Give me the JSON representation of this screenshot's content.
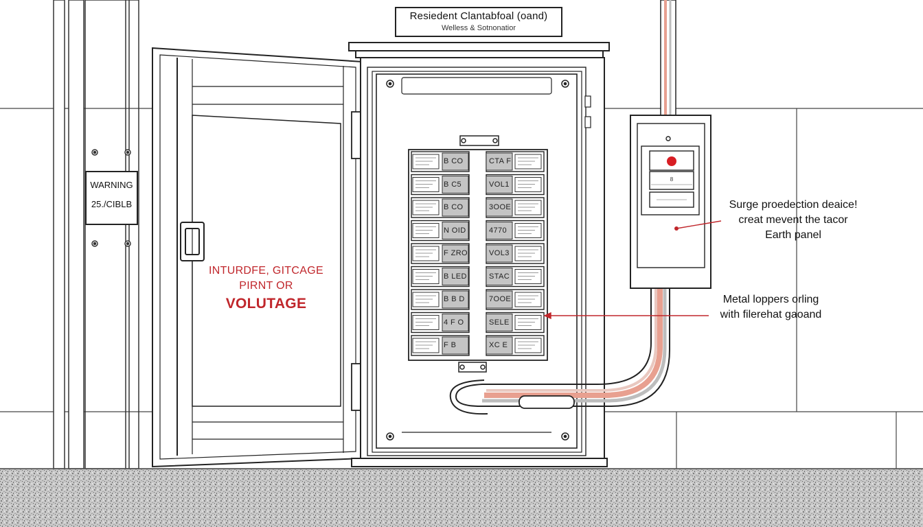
{
  "title": {
    "main": "Resiedent Clantabfoal (oand)",
    "subtitle": "Welless & Sotnonatior"
  },
  "warning_sign": {
    "title": "WARNING",
    "text": "25./CIBLB"
  },
  "door_warning": {
    "line1": "INTURDFE, GITCAGE",
    "line2": "PIRNT OR",
    "line3": "VOLUTAGE"
  },
  "breakers": {
    "left": [
      "B CO",
      "B C5",
      "B CO",
      "N OID",
      "F ZRO",
      "B LED",
      "B B D",
      "4 F O",
      "F B"
    ],
    "right": [
      "CTA F",
      "VOL1",
      "3OOE",
      "4770",
      "VOL3",
      "STAC",
      "7OOE",
      "SELE",
      "XC E"
    ]
  },
  "surge_protector": {
    "label": "8"
  },
  "callouts": {
    "surge": {
      "line1": "Surge proedection deaice!",
      "line2": "creat mevent the tacor",
      "line3": "Earth panel"
    },
    "ground": {
      "line1": "Metal loppers orling",
      "line2": "with filerehat gaoand"
    }
  },
  "colors": {
    "accent_red": "#c0262b",
    "line": "#222222",
    "wire_red": "#e8a090",
    "ground": "#bdbdbd"
  }
}
